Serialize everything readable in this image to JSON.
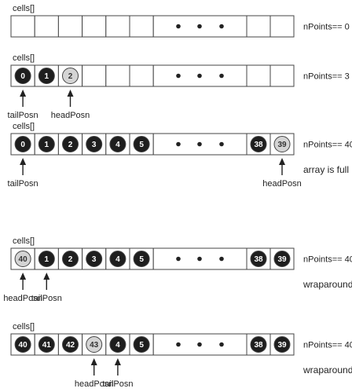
{
  "rows": [
    {
      "title": "cells[]",
      "npoints": "nPoints== 0",
      "note": "",
      "cells": [
        "",
        "",
        "",
        "",
        "",
        "",
        "",
        "",
        "",
        ""
      ],
      "pointers": []
    },
    {
      "title": "cells[]",
      "npoints": "nPoints== 3",
      "note": "",
      "cells": [
        {
          "t": "0",
          "s": "dark"
        },
        {
          "t": "1",
          "s": "dark"
        },
        {
          "t": "2",
          "s": "light"
        },
        "",
        "",
        "",
        "",
        "",
        "",
        ""
      ],
      "pointers": [
        {
          "label": "tailPosn",
          "cell": 0
        },
        {
          "label": "headPosn",
          "cell": 2
        }
      ]
    },
    {
      "title": "cells[]",
      "npoints": "nPoints== 40",
      "note": "array is full",
      "cells": [
        {
          "t": "0",
          "s": "dark"
        },
        {
          "t": "1",
          "s": "dark"
        },
        {
          "t": "2",
          "s": "dark"
        },
        {
          "t": "3",
          "s": "dark"
        },
        {
          "t": "4",
          "s": "dark"
        },
        {
          "t": "5",
          "s": "dark"
        },
        "",
        "",
        {
          "t": "38",
          "s": "dark"
        },
        {
          "t": "39",
          "s": "light"
        }
      ],
      "pointers": [
        {
          "label": "tailPosn",
          "cell": 0
        },
        {
          "label": "headPosn",
          "cell": 9
        }
      ]
    },
    {
      "title": "cells[]",
      "npoints": "nPoints== 40",
      "note": "wraparound",
      "cells": [
        {
          "t": "40",
          "s": "light"
        },
        {
          "t": "1",
          "s": "dark"
        },
        {
          "t": "2",
          "s": "dark"
        },
        {
          "t": "3",
          "s": "dark"
        },
        {
          "t": "4",
          "s": "dark"
        },
        {
          "t": "5",
          "s": "dark"
        },
        "",
        "",
        {
          "t": "38",
          "s": "dark"
        },
        {
          "t": "39",
          "s": "dark"
        }
      ],
      "pointers": [
        {
          "label": "headPosn",
          "cell": 0
        },
        {
          "label": "tailPosn",
          "cell": 1
        }
      ]
    },
    {
      "title": "cells[]",
      "npoints": "nPoints== 40",
      "note": "wraparound",
      "cells": [
        {
          "t": "40",
          "s": "dark"
        },
        {
          "t": "41",
          "s": "dark"
        },
        {
          "t": "42",
          "s": "dark"
        },
        {
          "t": "43",
          "s": "light"
        },
        {
          "t": "4",
          "s": "dark"
        },
        {
          "t": "5",
          "s": "dark"
        },
        "",
        "",
        {
          "t": "38",
          "s": "dark"
        },
        {
          "t": "39",
          "s": "dark"
        }
      ],
      "pointers": [
        {
          "label": "headPosn",
          "cell": 3
        },
        {
          "label": "tailPosn",
          "cell": 4
        }
      ]
    }
  ]
}
